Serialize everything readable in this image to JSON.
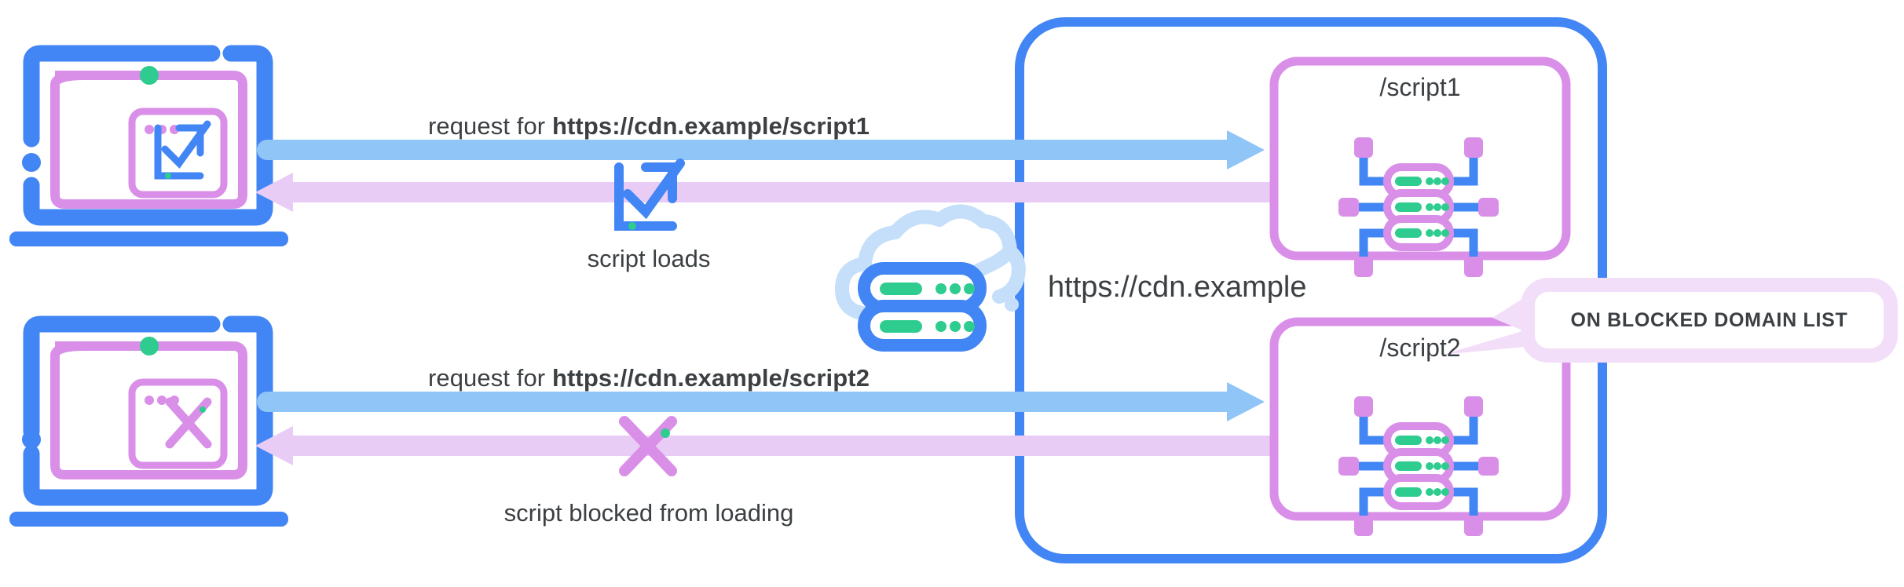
{
  "diagram": {
    "title": "CDN script loading and blocking flow",
    "colors": {
      "blue": "#4285F4",
      "purple": "#D98FE8",
      "arrow_blue": "#8FC5F7",
      "arrow_purple": "#E8CCF5",
      "green": "#2ECC8F",
      "cloud_blue": "#C5DFFA",
      "text": "#3c4043",
      "callout_fill": "#F3DEF9"
    },
    "rows": [
      {
        "id": "allowed",
        "client_icon": "browser-window-checkmark-icon",
        "request_prefix": "request for ",
        "request_url": "https://cdn.example/script1",
        "result_icon": "checkmark-box-icon",
        "result_label": "script loads",
        "resource_label": "/script1",
        "resource_icon": "server-rack-icon"
      },
      {
        "id": "blocked",
        "client_icon": "browser-window-cross-icon",
        "request_prefix": "request for ",
        "request_url": "https://cdn.example/script2",
        "result_icon": "cross-icon",
        "result_label": "script blocked from loading",
        "resource_label": "/script2",
        "resource_icon": "server-rack-icon"
      }
    ],
    "origin": {
      "icon": "cloud-server-icon",
      "label": "https://cdn.example"
    },
    "callout": {
      "label": "ON BLOCKED DOMAIN LIST",
      "points_to": "/script2"
    }
  }
}
